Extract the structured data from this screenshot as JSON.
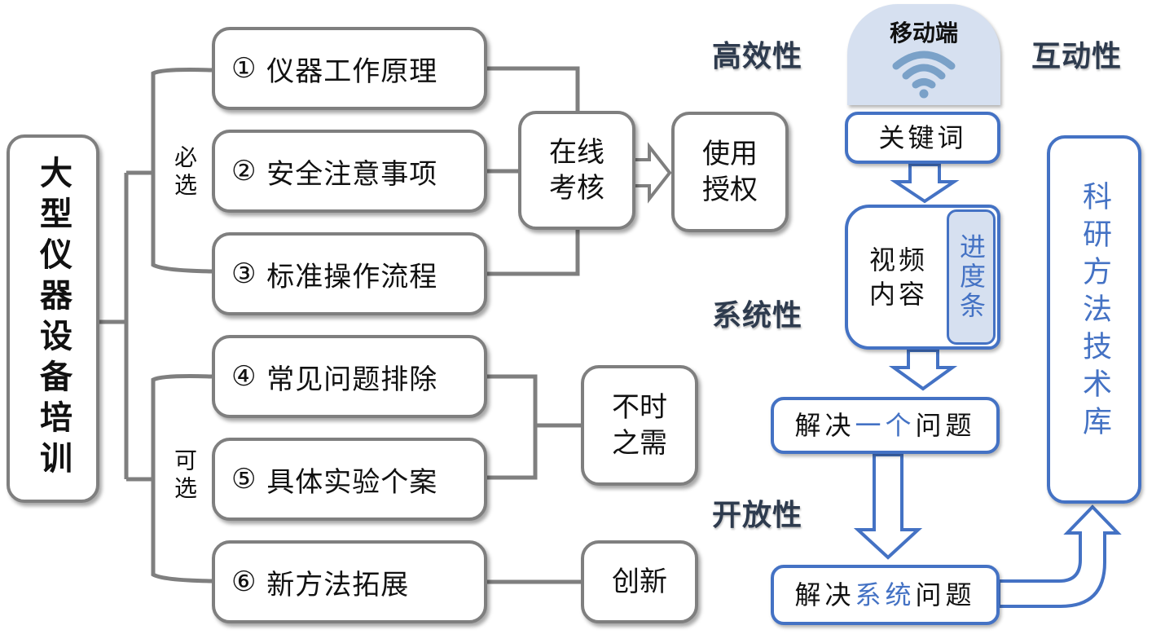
{
  "root": {
    "label": "大型仪器设备培训"
  },
  "groups": {
    "required": {
      "label": "必选"
    },
    "optional": {
      "label": "可选"
    }
  },
  "modules": [
    {
      "num": "①",
      "label": "仪器工作原理"
    },
    {
      "num": "②",
      "label": "安全注意事项"
    },
    {
      "num": "③",
      "label": "标准操作流程"
    },
    {
      "num": "④",
      "label": "常见问题排除"
    },
    {
      "num": "⑤",
      "label": "具体实验个案"
    },
    {
      "num": "⑥",
      "label": "新方法拓展"
    }
  ],
  "outcomes": {
    "online_exam": "在线考核",
    "authorization": "使用授权",
    "on_demand": "不时之需",
    "innovation": "创新"
  },
  "attributes": {
    "efficiency": "高效性",
    "interactivity": "互动性",
    "systematic": "系统性",
    "openness": "开放性"
  },
  "mobile": {
    "title": "移动端",
    "icon": "wifi-icon"
  },
  "flow": {
    "keyword": "关键词",
    "video_content": "视频内容",
    "progress_bar": "进度条",
    "solve_one": {
      "prefix": "解决",
      "highlight": "一个",
      "suffix": "问题"
    },
    "solve_system": {
      "prefix": "解决",
      "highlight": "系统",
      "suffix": "问题"
    }
  },
  "library": {
    "label": "科研方法技术库"
  },
  "colors": {
    "gray_border": "#7f7f7f",
    "blue_accent": "#4472c4",
    "light_blue_fill": "#d6e0f0",
    "wifi_icon": "#7aa1c8",
    "attribute_text": "#2e3b4e"
  }
}
